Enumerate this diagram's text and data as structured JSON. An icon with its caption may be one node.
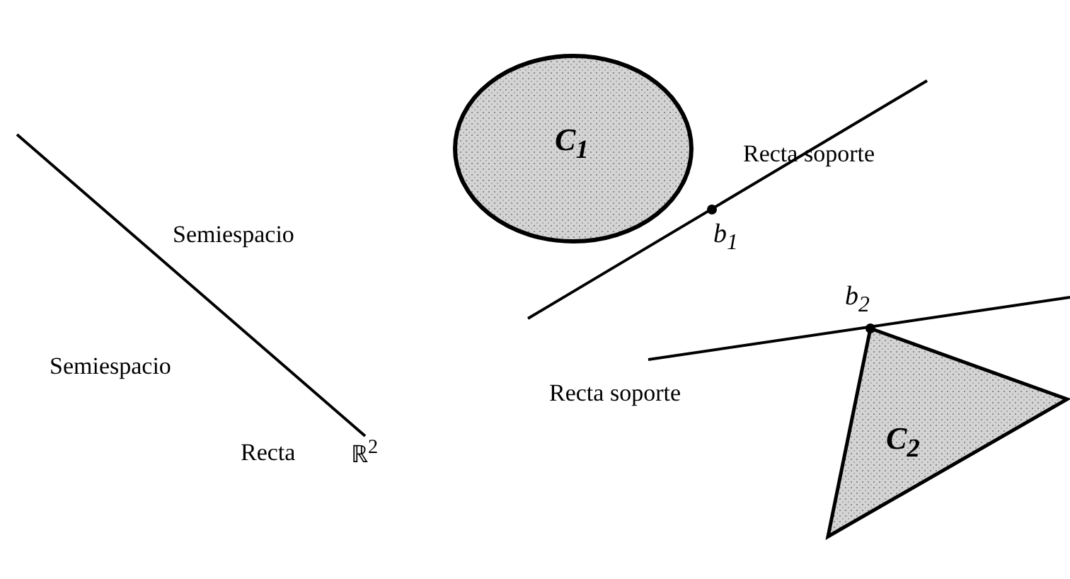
{
  "diagram": {
    "nodes": [
      {
        "text": [
          "C$_{1}$"
        ]
      },
      {
        "text": [
          "C$_{2}$"
        ]
      }
    ],
    "labels": [
      "Semiespacio",
      "Semiespacio",
      "Recta",
      "ℝ$^{2}$",
      "Recta soporte",
      "b$_{1}$",
      "b$_{2}$",
      "Recta soporte"
    ]
  }
}
